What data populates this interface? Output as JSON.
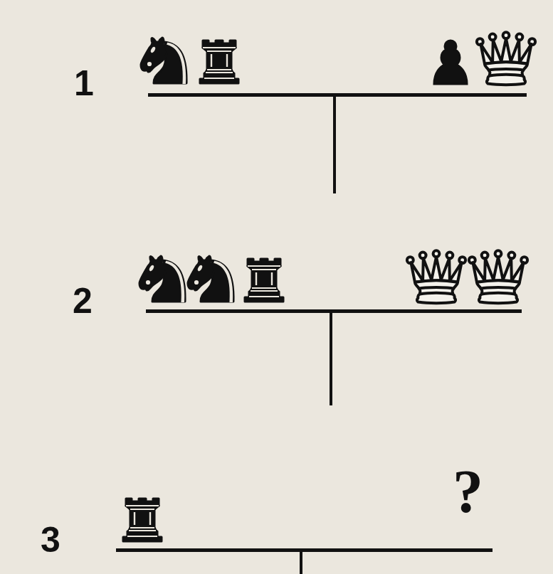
{
  "diagram": {
    "labels": [
      "1",
      "2",
      "3",
      "?"
    ]
  }
}
